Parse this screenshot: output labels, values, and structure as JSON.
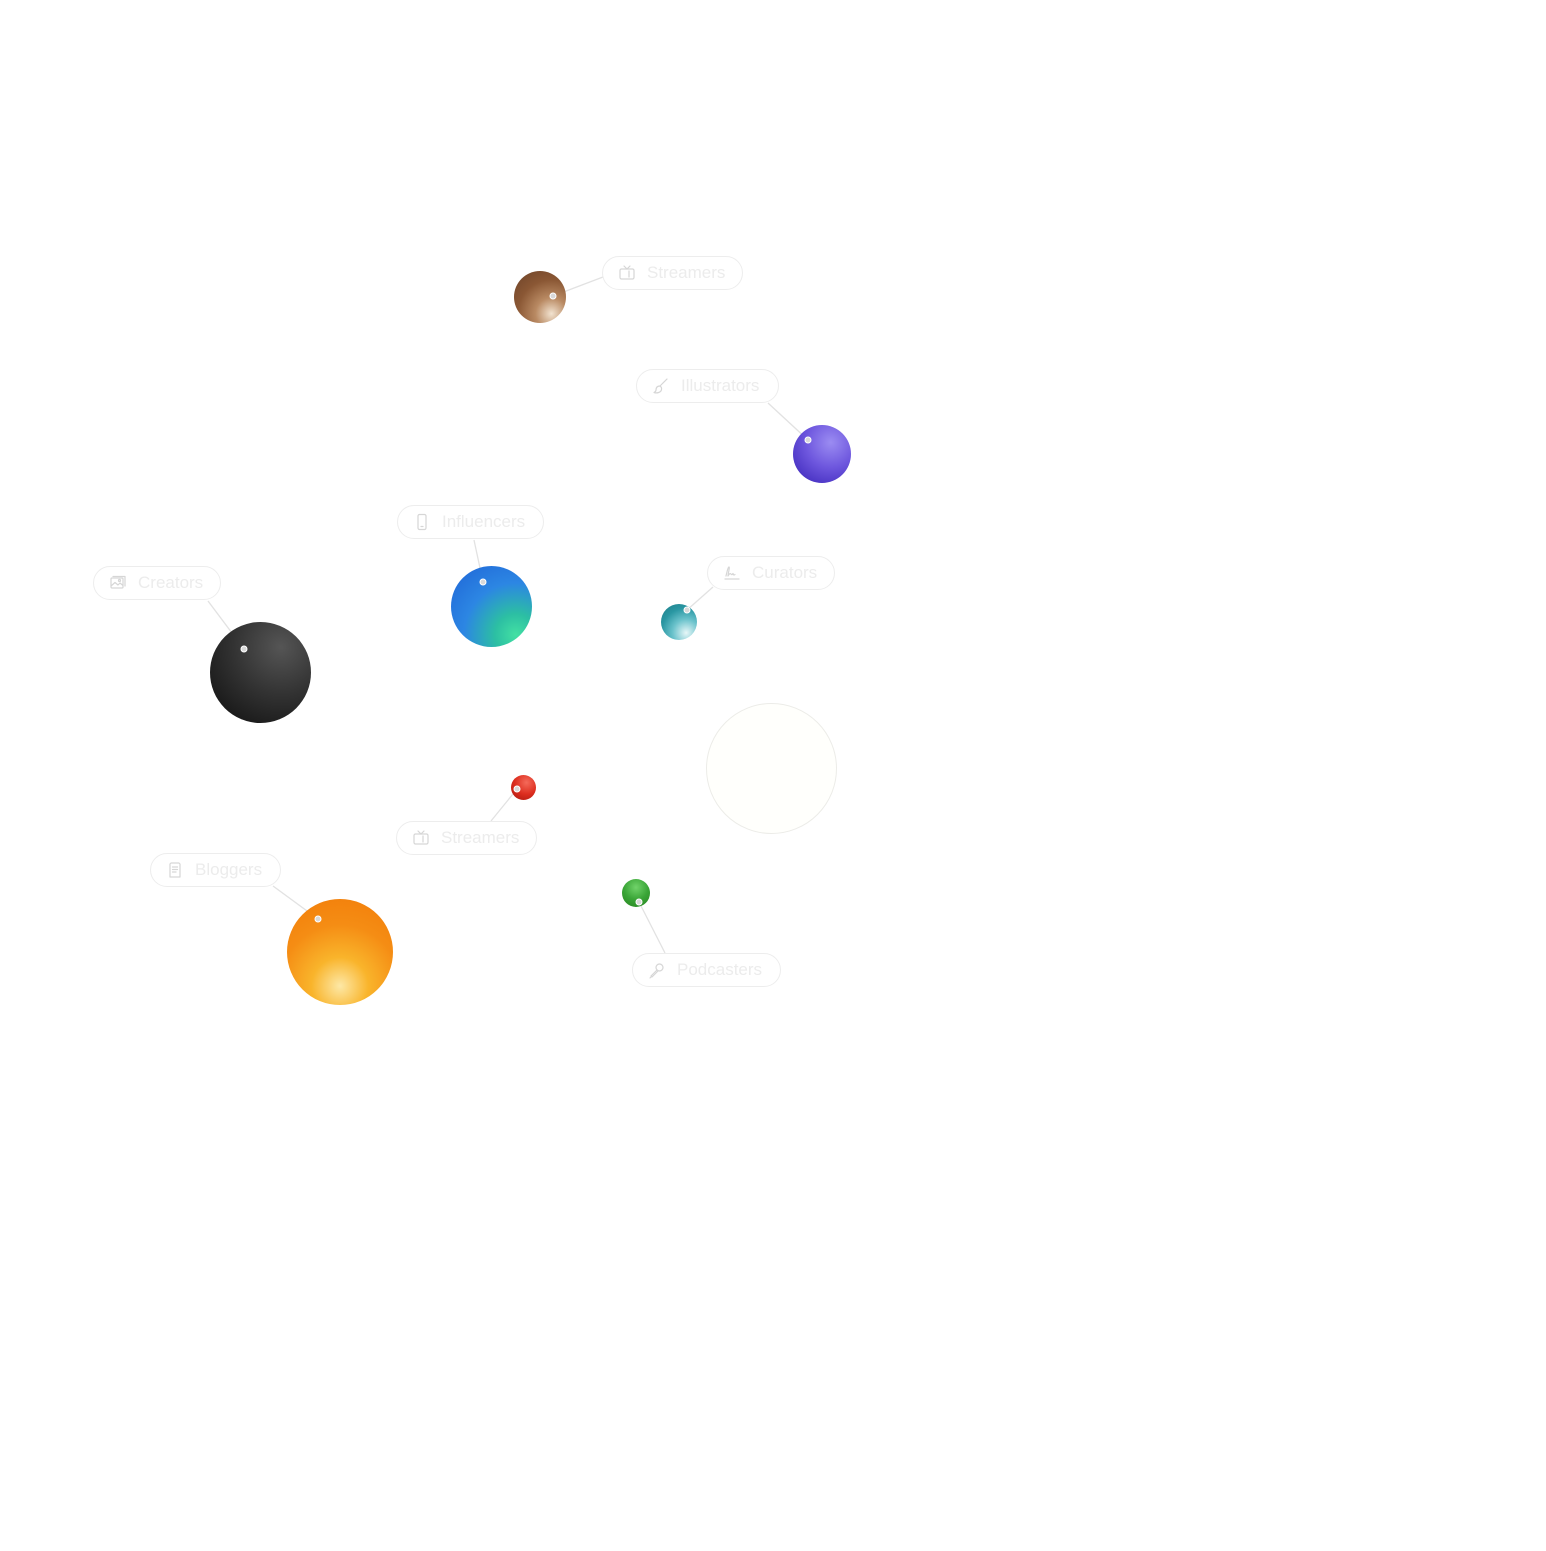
{
  "labels": {
    "streamers_top": "Streamers",
    "illustrators": "Illustrators",
    "influencers": "Influencers",
    "curators": "Curators",
    "creators": "Creators",
    "streamers_bottom": "Streamers",
    "bloggers": "Bloggers",
    "podcasters": "Podcasters"
  },
  "icons": {
    "streamers_top": "tv-icon",
    "illustrators": "brush-icon",
    "influencers": "phone-icon",
    "curators": "signature-icon",
    "creators": "image-icon",
    "streamers_bottom": "tv-icon",
    "bloggers": "document-icon",
    "podcasters": "microphone-icon"
  },
  "colors": {
    "brown": "#8a5734",
    "purple": "#5a43d2",
    "blue": "#2c86e3",
    "teal": "#2a97a3",
    "black": "#1b1b1b",
    "red": "#dd2e1f",
    "green": "#3aa537",
    "orange": "#f58d14",
    "label_text": "#ececec",
    "pill_border": "#ededed",
    "connector": "#e2e2e2"
  }
}
